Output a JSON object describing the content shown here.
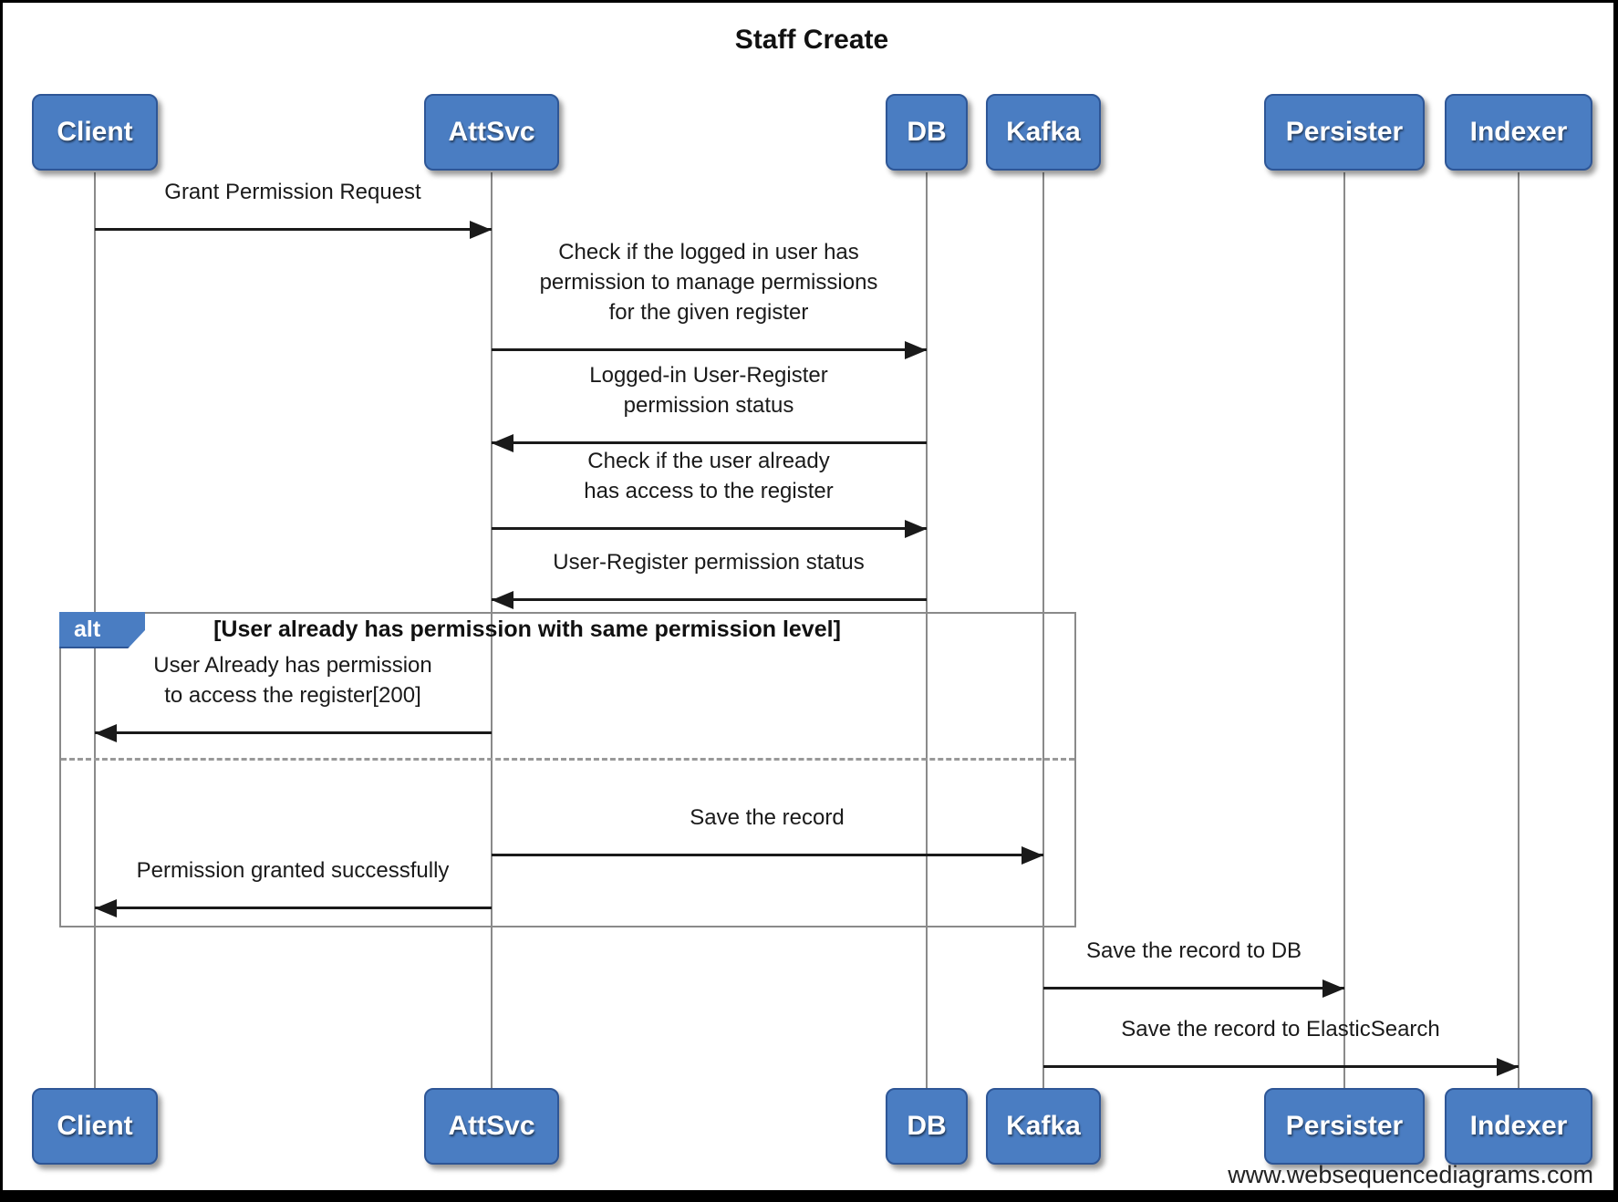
{
  "title": "Staff Create",
  "watermark": "www.websequencediagrams.com",
  "colors": {
    "participant_fill": "#4a7dc2",
    "participant_border": "#2e5696",
    "lifeline": "#8a8a8a",
    "arrow": "#1a1a1a",
    "frame_border": "#8a8a8a"
  },
  "participants": [
    {
      "id": "client",
      "label": "Client"
    },
    {
      "id": "attsvc",
      "label": "AttSvc"
    },
    {
      "id": "db",
      "label": "DB"
    },
    {
      "id": "kafka",
      "label": "Kafka"
    },
    {
      "id": "persister",
      "label": "Persister"
    },
    {
      "id": "indexer",
      "label": "Indexer"
    }
  ],
  "messages": [
    {
      "from": "Client",
      "to": "AttSvc",
      "label": "Grant Permission Request"
    },
    {
      "from": "AttSvc",
      "to": "DB",
      "label": "Check if the logged in user has\npermission to manage permissions\nfor the given register"
    },
    {
      "from": "DB",
      "to": "AttSvc",
      "label": "Logged-in User-Register\npermission status"
    },
    {
      "from": "AttSvc",
      "to": "DB",
      "label": "Check if the user already\nhas access to the register"
    },
    {
      "from": "DB",
      "to": "AttSvc",
      "label": "User-Register permission status"
    },
    {
      "from": "AttSvc",
      "to": "Client",
      "label": "User Already has permission\nto access the register[200]"
    },
    {
      "from": "AttSvc",
      "to": "Kafka",
      "label": "Save the record"
    },
    {
      "from": "AttSvc",
      "to": "Client",
      "label": "Permission granted successfully"
    },
    {
      "from": "Kafka",
      "to": "Persister",
      "label": "Save the record to DB"
    },
    {
      "from": "Kafka",
      "to": "Indexer",
      "label": "Save the record to ElasticSearch"
    }
  ],
  "alt_block": {
    "operator": "alt",
    "guard": "[User already has permission with same permission level]"
  }
}
